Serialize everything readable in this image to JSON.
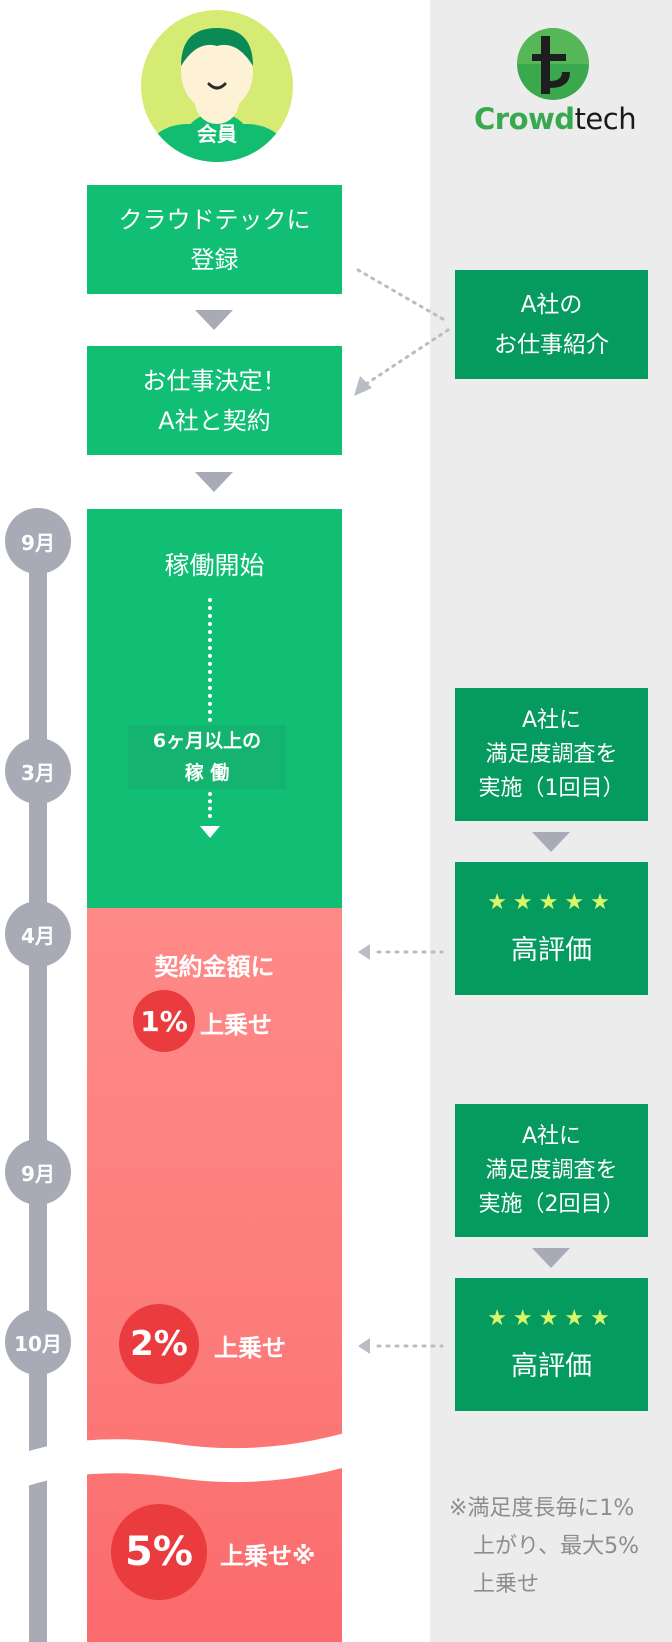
{
  "member": {
    "label": "会員"
  },
  "brand": {
    "name_a": "Crowd",
    "name_b": "tech",
    "colors": {
      "green": "#39a94f",
      "dark": "#1a1a1a"
    }
  },
  "steps": {
    "register": [
      "クラウドテックに",
      "登録"
    ],
    "decision": [
      "お仕事決定！",
      "A社と契約"
    ],
    "start": "稼働開始",
    "duration": [
      "6ヶ月以上の",
      "稼 働"
    ],
    "contract_amount": "契約金額に",
    "rate1": "1%",
    "rate2": "2%",
    "rate5": "5%",
    "up": "上乗せ",
    "up_note": "上乗せ※"
  },
  "company": {
    "intro": [
      "A社の",
      "お仕事紹介"
    ],
    "survey1": [
      "A社に",
      "満足度調査を",
      "実施（1回目）"
    ],
    "survey2": [
      "A社に",
      "満足度調査を",
      "実施（2回目）"
    ],
    "rating_stars": "★★★★★",
    "rating_label": "高評価"
  },
  "timeline": [
    "9月",
    "3月",
    "4月",
    "9月",
    "10月"
  ],
  "note": [
    "※満足度長毎に1%",
    "上がり、最大5%",
    "上乗せ"
  ],
  "colors": {
    "green": "#10be74",
    "dark_green": "#059a5e",
    "pink": "#fc7b7a",
    "red": "#ea3b3f",
    "gray": "#a8abb6",
    "panel": "#ececec"
  }
}
